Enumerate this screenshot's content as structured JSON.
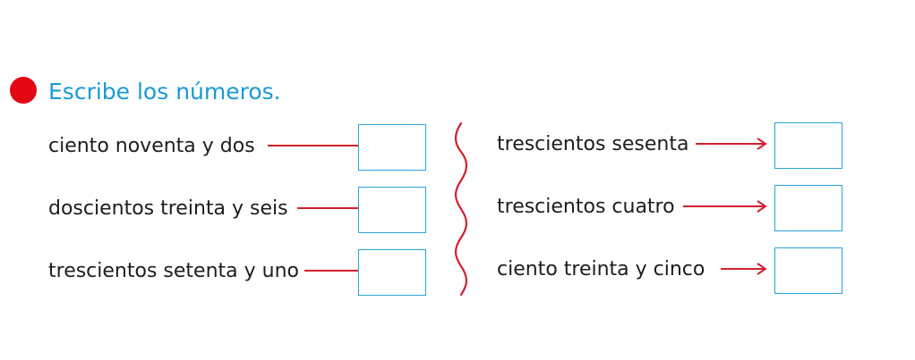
{
  "instruction": "Escribe los números.",
  "colors": {
    "bullet": "#e30613",
    "instruction_text": "#1a9ad6",
    "arrow": "#d2202f",
    "answer_box_border": "#2aa4dc",
    "divider": "#d2202f"
  },
  "icons": {
    "bullet": "red-dot-icon",
    "arrow": "arrow-right-icon",
    "divider": "wavy-line"
  },
  "left_items": [
    {
      "label": "ciento noventa y dos",
      "answer": ""
    },
    {
      "label": "doscientos treinta y seis",
      "answer": ""
    },
    {
      "label": "trescientos setenta y uno",
      "answer": ""
    }
  ],
  "right_items": [
    {
      "label": "trescientos sesenta",
      "answer": ""
    },
    {
      "label": "trescientos cuatro",
      "answer": ""
    },
    {
      "label": "ciento treinta y cinco",
      "answer": ""
    }
  ]
}
